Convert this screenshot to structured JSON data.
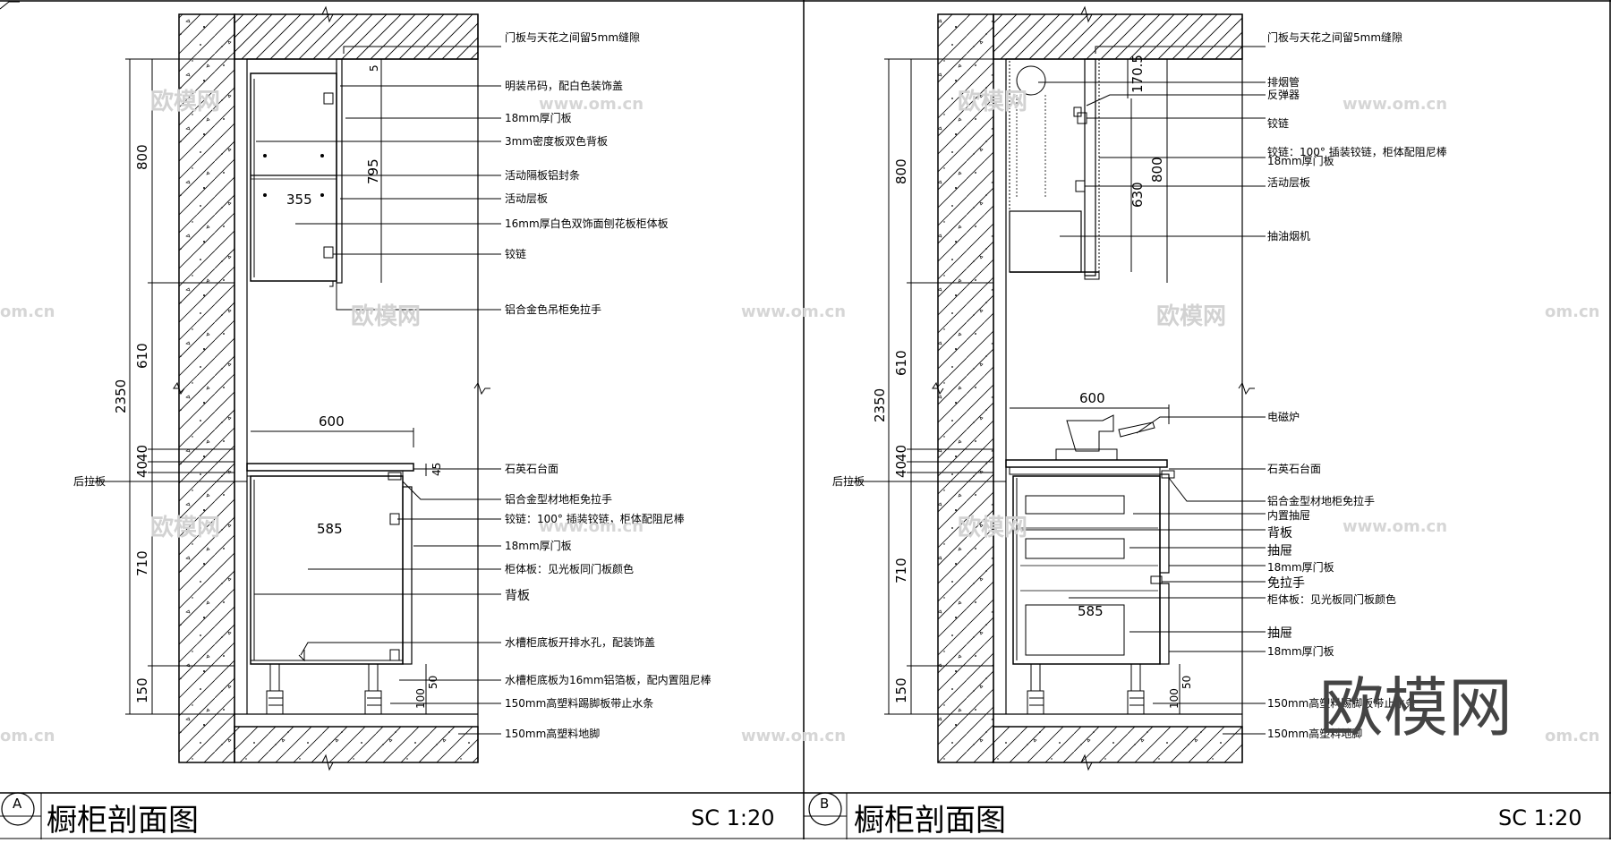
{
  "panels": [
    {
      "id": "A",
      "badge": "A",
      "title": "橱柜剖面图",
      "scale": "SC 1:20",
      "dims_left": {
        "h800": "800",
        "h610": "610",
        "h2350": "2350",
        "h40a": "40",
        "h40b": "40",
        "h710": "710",
        "h150": "150"
      },
      "dims_inner": {
        "w355": "355",
        "h795": "795",
        "h5": "5",
        "w600": "600",
        "w585": "585",
        "h45": "45",
        "h100": "100",
        "h50": "50"
      },
      "side_label": "后拉板",
      "labels": [
        "门板与天花之间留5mm缝隙",
        "明装吊码，配白色装饰盖",
        "18mm厚门板",
        "3mm密度板双色背板",
        "活动隔板铝封条",
        "活动层板",
        "16mm厚白色双饰面刨花板柜体板",
        "铰链",
        "铝合金色吊柜免拉手",
        "石英石台面",
        "铝合金型材地柜免拉手",
        "铰链：100° 插装铰链，柜体配阻尼棒",
        "18mm厚门板",
        "柜体板：见光板同门板颜色",
        "背板",
        "水槽柜底板开排水孔，配装饰盖",
        "水槽柜底板为16mm铝箔板，配内置阻尼棒",
        "150mm高塑料踢脚板带止水条",
        "150mm高塑料地脚"
      ]
    },
    {
      "id": "B",
      "badge": "B",
      "title": "橱柜剖面图",
      "scale": "SC 1:20",
      "dims_left": {
        "h800": "800",
        "h610": "610",
        "h2350": "2350",
        "h40a": "40",
        "h40b": "40",
        "h710": "710",
        "h150": "150"
      },
      "dims_inner": {
        "h1705": "170.5",
        "h630": "630",
        "h800": "800",
        "w600": "600",
        "w585": "585",
        "h100": "100",
        "h50": "50"
      },
      "side_label": "后拉板",
      "labels": [
        "门板与天花之间留5mm缝隙",
        "排烟管",
        "反弹器",
        "铰链",
        "铰链：100° 插装铰链，柜体配阻尼棒",
        "18mm厚门板",
        "活动层板",
        "抽油烟机",
        "电磁炉",
        "石英石台面",
        "铝合金型材地柜免拉手",
        "内置抽屉",
        "背板",
        "抽屉",
        "18mm厚门板",
        "免拉手",
        "柜体板：见光板同门板颜色",
        "抽屉",
        "18mm厚门板",
        "150mm高塑料踢脚板带止水条",
        "150mm高塑料地脚"
      ]
    }
  ],
  "watermarks": {
    "cn": "欧模网",
    "url": "www.om.cn",
    "url_short": "om.cn",
    "logo": "欧模网"
  }
}
